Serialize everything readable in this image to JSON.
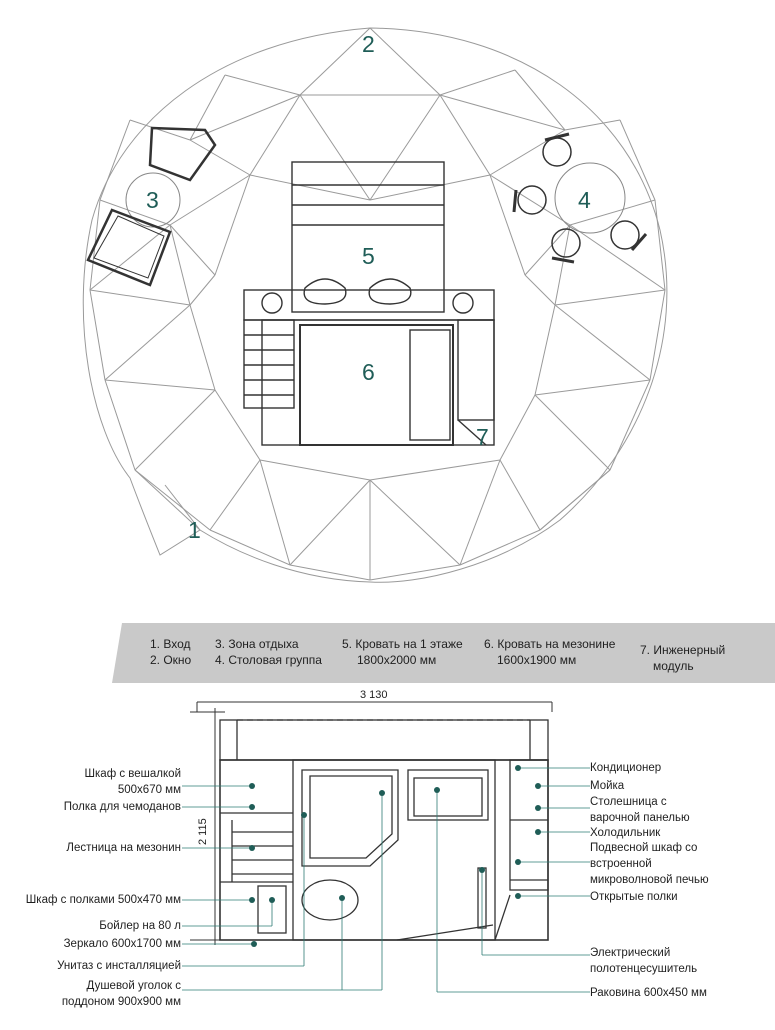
{
  "zone_numbers": [
    "1",
    "2",
    "3",
    "4",
    "5",
    "6",
    "7"
  ],
  "legend": [
    "1. Вход",
    "2. Окно",
    "3. Зона отдыха",
    "4. Столовая группа",
    "5. Кровать на 1 этаже",
    "1800х2000 мм",
    "6. Кровать на мезонине",
    "1600х1900 мм",
    "7. Инженерный",
    "модуль"
  ],
  "dimensions": {
    "width": "3 130",
    "depth": "2 115"
  },
  "left_labels": [
    "Шкаф с вешалкой",
    "500х670 мм",
    "Полка для чемоданов",
    "Лестница на мезонин",
    "Шкаф с полками 500х470 мм",
    "Бойлер на 80 л",
    "Зеркало 600х1700 мм",
    "Унитаз с инсталляцией",
    "Душевой уголок с",
    "поддоном 900х900 мм"
  ],
  "right_labels": [
    "Кондиционер",
    "Мойка",
    "Столешница с",
    "варочной панелью",
    "Холодильник",
    "Подвесной шкаф со",
    "встроенной",
    "микроволновой печью",
    "Открытые полки",
    "Электрический",
    "полотенцесушитель",
    "Раковина 600х450 мм"
  ],
  "colors": {
    "accent": "#1f5d57",
    "banner": "#c9c9c9",
    "line": "#555555"
  }
}
